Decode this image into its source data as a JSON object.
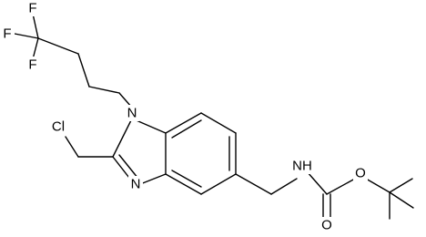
{
  "molecule": {
    "atoms": [
      {
        "id": "F1",
        "label": "F"
      },
      {
        "id": "F2",
        "label": "F"
      },
      {
        "id": "F3",
        "label": "F"
      },
      {
        "id": "N1",
        "label": "N"
      },
      {
        "id": "Cl",
        "label": "Cl"
      },
      {
        "id": "N3",
        "label": "N"
      },
      {
        "id": "NH",
        "label": "NH"
      },
      {
        "id": "O_carbonyl",
        "label": "O"
      },
      {
        "id": "O_ester",
        "label": "O"
      }
    ]
  }
}
